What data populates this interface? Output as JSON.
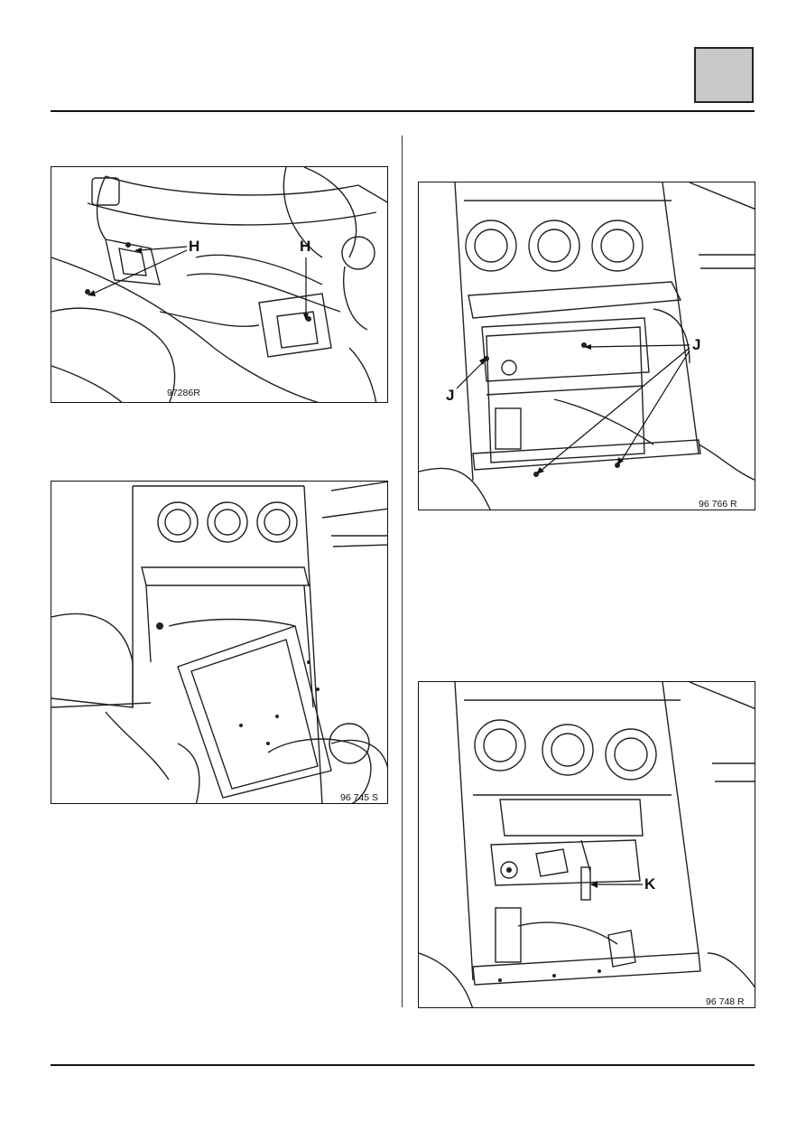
{
  "figures": [
    {
      "ref": "97286R",
      "callouts": [
        "H",
        "H"
      ]
    },
    {
      "ref": "96 745 S",
      "callouts": []
    },
    {
      "ref": "96 766 R",
      "callouts": [
        "J",
        "J"
      ]
    },
    {
      "ref": "96 748 R",
      "callouts": [
        "K"
      ]
    }
  ]
}
